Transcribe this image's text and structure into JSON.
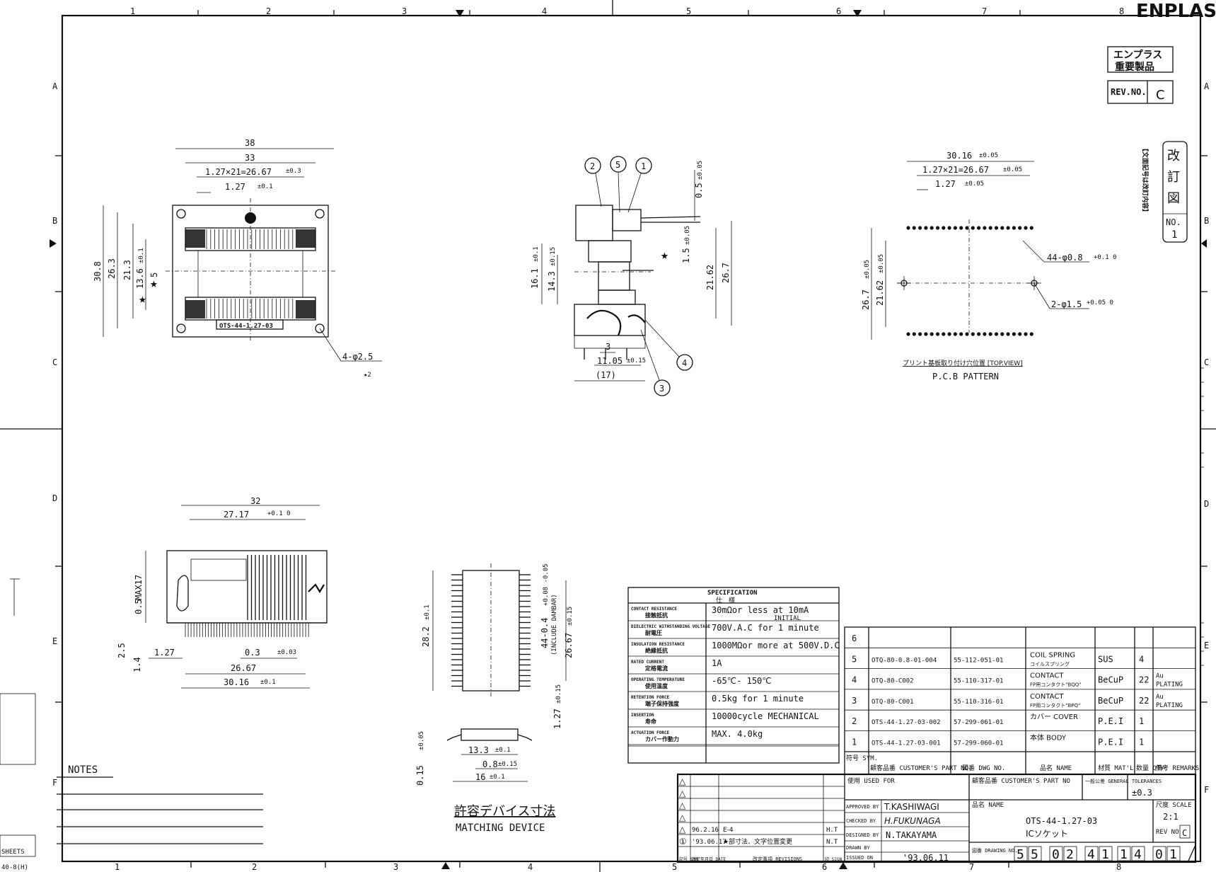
{
  "border": {
    "cols_top": [
      "1",
      "2",
      "3",
      "4",
      "5",
      "6",
      "7",
      "8"
    ],
    "cols_bottom": [
      "1",
      "2",
      "3",
      "4",
      "5",
      "6",
      "7",
      "8"
    ],
    "rows_left": [
      "A",
      "B",
      "C",
      "D",
      "E",
      "F"
    ],
    "rows_right": [
      "A",
      "B",
      "C",
      "D",
      "E",
      "F"
    ]
  },
  "brand": "ENPLAS",
  "important_stamp": [
    "エンプラス",
    "重要製品"
  ],
  "rev_label": "REV.NO.",
  "rev_value": "C",
  "revision_stamp": {
    "side": "【文面記号は改訂内容】",
    "title": "改訂図",
    "no_label": "NO.",
    "no_value": "1"
  },
  "top_view": {
    "dims": [
      "38",
      "33",
      "1.27×21=26.67",
      "±0.3",
      "1.27",
      "±0.1",
      "30.8",
      "26.3",
      "21.3",
      "13.6",
      "±0.1",
      "5",
      "4-φ2.5"
    ],
    "marking": "OTS-44-1.27-03",
    "star_note": "★2"
  },
  "side_view": {
    "balloons": [
      "2",
      "5",
      "1",
      "4",
      "3"
    ],
    "dims": [
      "0.5",
      "±0.05",
      "16.1",
      "±0.1",
      "14.3",
      "±0.15",
      "1.5",
      "±0.05",
      "21.62",
      "26.7",
      "3",
      "11.05",
      "±0.15",
      "(17)"
    ]
  },
  "pcb": {
    "dims": [
      "30.16",
      "±0.05",
      "1.27×21=26.67",
      "±0.05",
      "1.27",
      "±0.05",
      "26.7",
      "±0.05",
      "21.62",
      "±0.05",
      "44-φ0.8",
      "+0.1 0",
      "2-φ1.5",
      "+0.05 0"
    ],
    "caption_jp": "プリント基板取り付け穴位置 [TOP.VIEW]",
    "caption_en": "P.C.B PATTERN"
  },
  "front_view": {
    "dims": [
      "32",
      "27.17",
      "+0.1 0",
      "MAX17",
      "0.5",
      "2.5",
      "1.4",
      "1.27",
      "0.3",
      "±0.03",
      "26.67",
      "30.16",
      "±0.1"
    ]
  },
  "device": {
    "dims": [
      "28.2",
      "±0.1",
      "44-0.4",
      "+0.08 -0.05",
      "(INCLUDE DAMBAR)",
      "26.67",
      "±0.15",
      "1.27",
      "±0.15",
      "0.15",
      "±0.05",
      "13.3",
      "±0.1",
      "0.8",
      "±0.15",
      "16",
      "±0.1"
    ],
    "caption_jp": "許容デバイス寸法",
    "caption_en": "MATCHING DEVICE"
  },
  "notes_title": "NOTES",
  "spec": {
    "title": "SPECIFICATION",
    "title_jp": "仕　様",
    "rows": [
      {
        "en": "CONTACT RESISTANCE",
        "jp": "接触抵抗",
        "val": "30mΩor less at 10mA",
        "val2": "INITIAL"
      },
      {
        "en": "DIELECTRIC WITHSTANDING VOLTAGE",
        "jp": "耐電圧",
        "val": "700V.A.C for 1 minute"
      },
      {
        "en": "INSULATION RESISTANCE",
        "jp": "絶縁抵抗",
        "val": "1000MΩor more at 500V.D.C"
      },
      {
        "en": "RATED CURRENT",
        "jp": "定格電流",
        "val": "1A"
      },
      {
        "en": "OPERATING TEMPERATURE",
        "jp": "使用温度",
        "val": "-65℃- 150℃"
      },
      {
        "en": "RETENTION FORCE",
        "jp": "端子保持強度",
        "val": "0.5kg  for 1 minute"
      },
      {
        "en": "INSERTION",
        "jp": "寿命",
        "val": "10000cycle MECHANICAL"
      },
      {
        "en": "ACTUATION FORCE",
        "jp": "カバー作動力",
        "val": "MAX.  4.0kg"
      }
    ]
  },
  "parts": {
    "rows": [
      {
        "no": "6",
        "cust": "",
        "dwg": "",
        "name": "",
        "name2": "",
        "mat": "",
        "qty": "",
        "rem": ""
      },
      {
        "no": "5",
        "cust": "OTQ-80-0.8-01-004",
        "dwg": "55-112-051-01",
        "name": "COIL SPRING",
        "name2": "コイルスプリング",
        "mat": "SUS",
        "qty": "4",
        "rem": ""
      },
      {
        "no": "4",
        "cust": "OTQ-80-C002",
        "dwg": "55-110-317-01",
        "name": "CONTACT",
        "name2": "FP用コンタクト\"BQQ\"",
        "mat": "BeCuP",
        "qty": "22",
        "rem": "Au PLATING"
      },
      {
        "no": "3",
        "cust": "OTQ-80-C001",
        "dwg": "55-110-316-01",
        "name": "CONTACT",
        "name2": "FP用コンタクト\"BPQ\"",
        "mat": "BeCuP",
        "qty": "22",
        "rem": "Au PLATING"
      },
      {
        "no": "2",
        "cust": "OTS-44-1.27-03-002",
        "dwg": "57-299-061-01",
        "name": "カバー  COVER",
        "name2": "",
        "mat": "P.E.I",
        "qty": "1",
        "rem": ""
      },
      {
        "no": "1",
        "cust": "OTS-44-1.27-03-001",
        "dwg": "57-299-060-01",
        "name": "本体  BODY",
        "name2": "",
        "mat": "P.E.I",
        "qty": "1",
        "rem": ""
      }
    ],
    "header": [
      "符号 SYM.",
      "顧客品番 CUSTOMER'S PART NO.",
      "図番 DWG NO.",
      "品名 NAME",
      "材質 MAT'L",
      "数量 QTY",
      "備考 REMARKS"
    ]
  },
  "title_block": {
    "used_for": "使用 USED FOR",
    "customer_part": "顧客品番 CUSTOMER'S PART NO",
    "general_tol_label": "一般公差 GENERAL TOLERANCES",
    "general_tol": "±0.3",
    "approved_label": "APPROVED BY",
    "approved": "T.KASHIWAGI",
    "checked_label": "CHECKED BY",
    "checked": "H.FUKUNAGA",
    "designed_label": "DESIGNED BY",
    "designed": "N.TAKAYAMA",
    "drawn_label": "DRAWN BY",
    "drawn": "",
    "issued_label": "ISSUED ON",
    "issued": "'93.06.11",
    "name_label": "品名 NAME",
    "name1": "OTS-44-1.27-03",
    "name2": "ICソケット",
    "scale_label": "尺度 SCALE",
    "scale": "2:1",
    "rev_no_label": "REV NO",
    "rev_no": "C",
    "drawing_no_label": "図番 DRAWING NO.",
    "drawing_no": [
      "5",
      "5",
      "0",
      "2",
      "4",
      "1",
      "1",
      "4",
      "0",
      "1"
    ],
    "revisions": [
      {
        "mark": "△",
        "date": "",
        "rev": "",
        "sign": ""
      },
      {
        "mark": "△",
        "date": "",
        "rev": "",
        "sign": ""
      },
      {
        "mark": "△",
        "date": "",
        "rev": "",
        "sign": ""
      },
      {
        "mark": "△",
        "date": "",
        "rev": "",
        "sign": ""
      },
      {
        "mark": "△",
        "date": "96.2.16",
        "rev": "E-4",
        "sign": "H.T"
      },
      {
        "mark": "①",
        "date": "'93.06.17",
        "rev": "★部寸法、文字位置変更",
        "sign": "N.T"
      }
    ],
    "rev_header": [
      "記号 SYM",
      "改定年月日 DATE",
      "改定事項 REVISIONS",
      "印 SIGN"
    ]
  },
  "left_stub": {
    "label1": "SHEETS",
    "code": "40-8(H)"
  }
}
